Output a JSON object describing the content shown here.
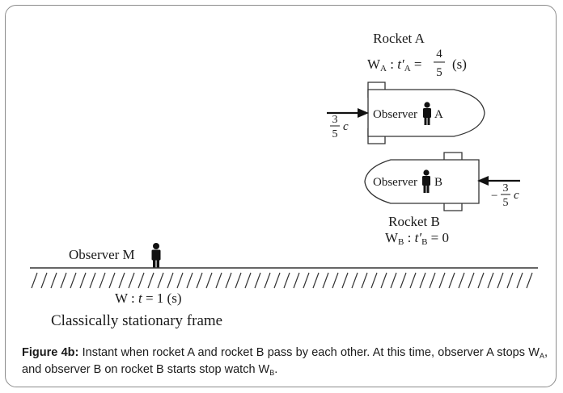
{
  "rocket_a": {
    "title": "Rocket A",
    "watch_label": "W",
    "watch_sub": "A",
    "watch_colon": " : ",
    "watch_var": "t′",
    "watch_var_sub": "A",
    "watch_eq": " = ",
    "frac_num": "4",
    "frac_den": "5",
    "watch_unit": "(s)",
    "observer_text": "Observer",
    "observer_letter": "A",
    "velocity_num": "3",
    "velocity_den": "5",
    "velocity_c": "c"
  },
  "rocket_b": {
    "title": "Rocket B",
    "watch_label": "W",
    "watch_sub": "B",
    "watch_colon": " : ",
    "watch_var": "t′",
    "watch_var_sub": "B",
    "watch_eq": " = 0",
    "observer_text": "Observer",
    "observer_letter": "B",
    "velocity_sign": "−",
    "velocity_num": "3",
    "velocity_den": "5",
    "velocity_c": "c"
  },
  "ground": {
    "observer_label": "Observer M",
    "watch_label": "W : ",
    "watch_var": "t",
    "watch_eq": " = 1 (s)",
    "frame_label": "Classically stationary frame"
  },
  "caption": {
    "label": "Figure 4b:",
    "text1": " Instant when rocket A and rocket B pass by each other. At this time, observer A stops W",
    "sub1": "A",
    "text2": ", and observer B on rocket B starts stop watch W",
    "sub2": "B",
    "text3": "."
  }
}
